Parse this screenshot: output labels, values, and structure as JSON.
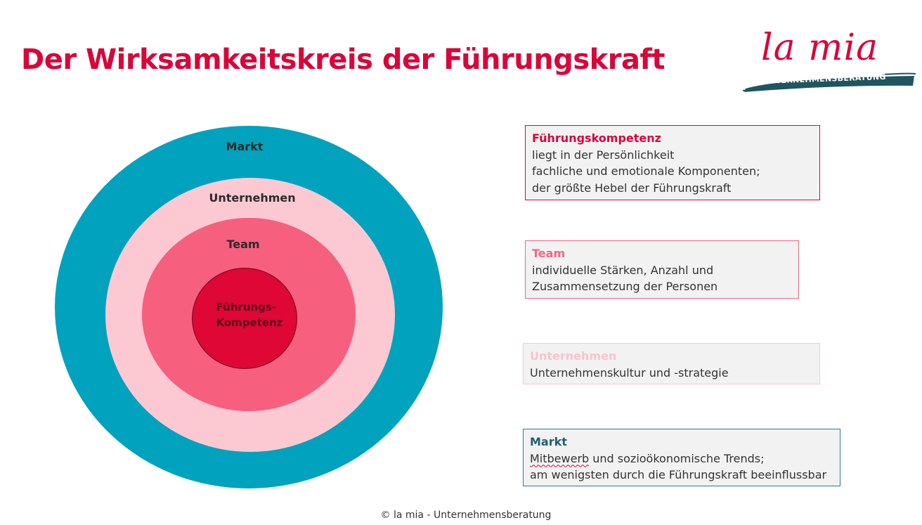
{
  "title": "Der Wirksamkeitskreis der Führungskraft",
  "logo": {
    "script": "la mia",
    "subtitle": "UNTERNEHMENSBERATUNG"
  },
  "colors": {
    "brand_red": "#d7063b",
    "markt": "#01a2bd",
    "unternehmen": "#fcc9d3",
    "team": "#f75f7e",
    "fuehrungskompetenz": "#de0735",
    "logo_band": "#1f5560"
  },
  "circles": {
    "markt": "Markt",
    "unternehmen": "Unternehmen",
    "team": "Team",
    "core_line1": "Führungs-",
    "core_line2": "Kompetenz"
  },
  "boxes": [
    {
      "title": "Führungskompetenz",
      "lines": [
        "liegt in der Persönlichkeit",
        "fachliche und emotionale Komponenten;",
        "der größte Hebel der Führungskraft"
      ]
    },
    {
      "title": "Team",
      "lines": [
        "individuelle Stärken, Anzahl und",
        "Zusammensetzung der Personen"
      ]
    },
    {
      "title": "Unternehmen",
      "lines": [
        "Unternehmenskultur und -strategie"
      ]
    },
    {
      "title": "Markt",
      "line1_word": "Mitbewerb",
      "line1_rest": " und sozioökonomische Trends;",
      "lines": [
        "am wenigsten durch die Führungskraft beeinflussbar"
      ]
    }
  ],
  "footer": "© la mia - Unternehmensberatung"
}
